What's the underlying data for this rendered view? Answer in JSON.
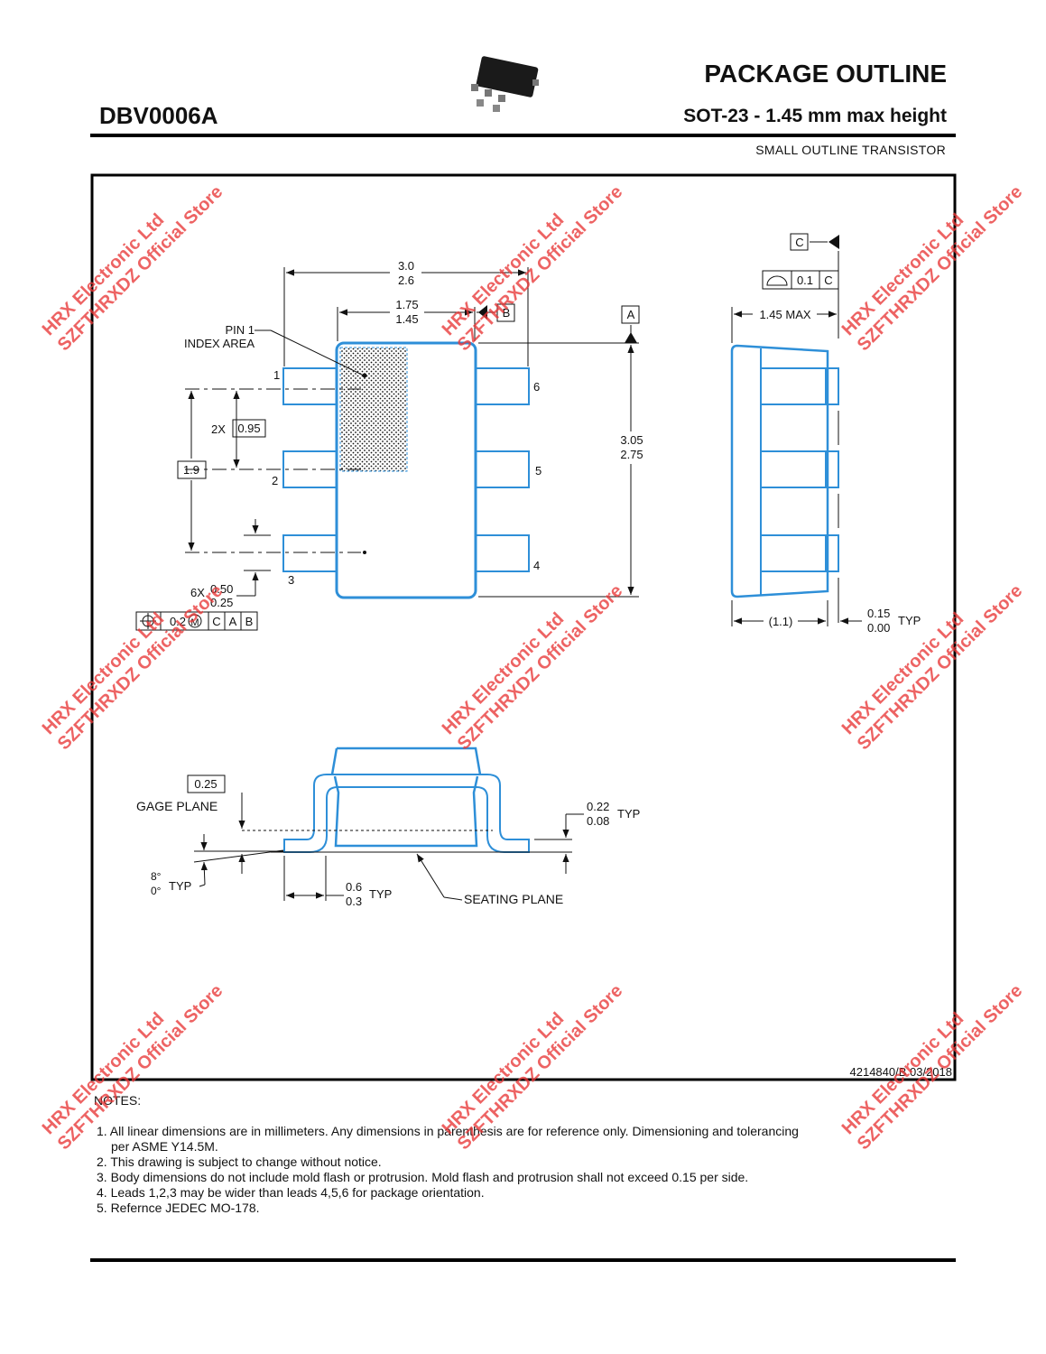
{
  "header": {
    "package_outline": "PACKAGE OUTLINE",
    "part_number": "DBV0006A",
    "subtitle": "SOT-23 - 1.45 mm max height",
    "small_title": "SMALL OUTLINE TRANSISTOR"
  },
  "top_view": {
    "width_max": "3.0",
    "width_min": "2.6",
    "body_width_max": "1.75",
    "body_width_min": "1.45",
    "datum_b": "B",
    "datum_a": "A",
    "pin1_line1": "PIN 1",
    "pin1_line2": "INDEX AREA",
    "pitch_count": "2X",
    "pitch": "0.95",
    "pin_span": "1.9",
    "length_max": "3.05",
    "length_min": "2.75",
    "lead_count": "6X",
    "lead_width_max": "0.50",
    "lead_width_min": "0.25",
    "pin_labels": [
      "1",
      "2",
      "3",
      "4",
      "5",
      "6"
    ],
    "position_tol": "0.2",
    "position_mod": "M",
    "position_refs": [
      "C",
      "A",
      "B"
    ]
  },
  "side_view": {
    "datum_c": "C",
    "flatness_tol": "0.1",
    "flatness_ref": "C",
    "height_max": "1.45 MAX",
    "ref_dim": "(1.1)",
    "standoff_max": "0.15",
    "standoff_min": "0.00",
    "standoff_typ": "TYP"
  },
  "end_view": {
    "gage_value": "0.25",
    "gage_plane": "GAGE PLANE",
    "thickness_max": "0.22",
    "thickness_min": "0.08",
    "thickness_typ": "TYP",
    "angle_max": "8°",
    "angle_min": "0°",
    "angle_typ": "TYP",
    "foot_max": "0.6",
    "foot_min": "0.3",
    "foot_typ": "TYP",
    "seating_plane": "SEATING PLANE"
  },
  "document_id": "4214840/B  03/2018",
  "notes": {
    "title": "NOTES:",
    "items": [
      "1. All linear dimensions are in millimeters. Any dimensions in parenthesis are for reference only. Dimensioning and tolerancing",
      "per ASME Y14.5M.",
      "2. This drawing is subject to change without notice.",
      "3. Body dimensions do not include mold flash or protrusion. Mold flash and protrusion shall not exceed 0.15 per side.",
      "4. Leads 1,2,3 may be wider than leads 4,5,6 for package orientation.",
      "5. Refernce JEDEC MO-178."
    ]
  },
  "watermark": {
    "line1": "HRX Electronic Ltd",
    "line2": "SZFTHRXDZ Official Store"
  },
  "colors": {
    "outline": "#2e8fd8",
    "ink": "#111111",
    "watermark": "#e83737"
  }
}
